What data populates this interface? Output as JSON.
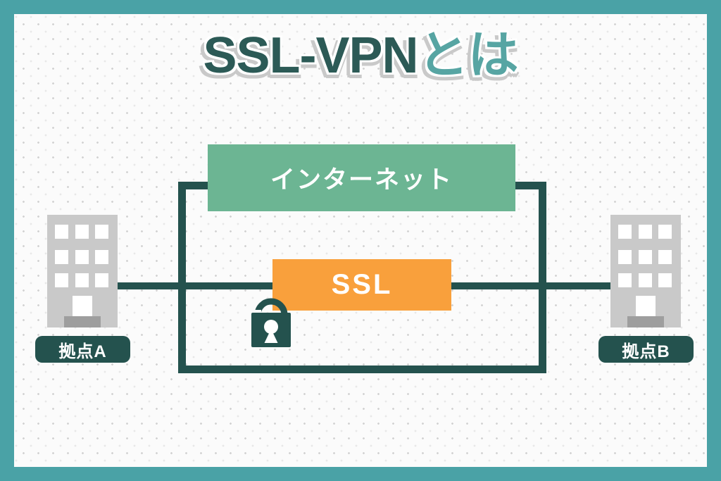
{
  "title": {
    "main": "SSL-VPN",
    "suffix": "とは"
  },
  "boxes": {
    "internet_label": "インターネット",
    "ssl_label": "SSL"
  },
  "sites": {
    "a_label": "拠点A",
    "b_label": "拠点B"
  },
  "icons": {
    "lock": "lock-icon",
    "building_a": "building-icon",
    "building_b": "building-icon"
  },
  "colors": {
    "frame_teal": "#4aa2a6",
    "dark_teal": "#24524e",
    "title_teal": "#2c5a56",
    "light_teal": "#57a5a3",
    "green": "#6cb593",
    "orange": "#f9a03c",
    "building_gray": "#c9c9c9",
    "step_gray": "#9e9e9e",
    "shadow_gray": "#c9c9c9"
  }
}
